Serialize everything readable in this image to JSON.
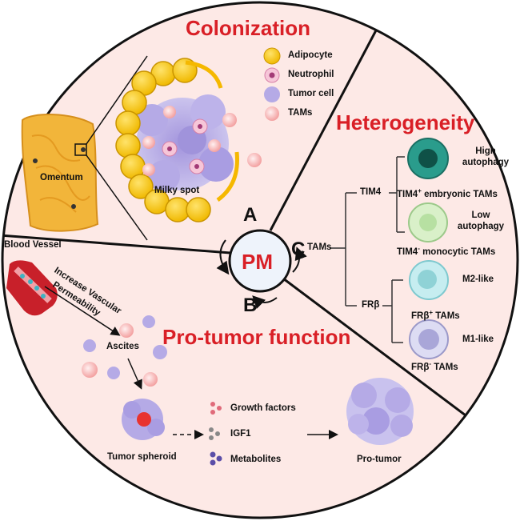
{
  "titles": {
    "colonization": "Colonization",
    "heterogeneity": "Heterogeneity",
    "pro_tumor_function": "Pro-tumor function"
  },
  "center": {
    "label": "PM",
    "a": "A",
    "b": "B",
    "c": "C"
  },
  "legend": {
    "adipocyte": "Adipocyte",
    "neutrophil": "Neutrophil",
    "tumor_cell": "Tumor cell",
    "tams": "TAMs"
  },
  "colonization": {
    "omentum": "Omentum",
    "milky_spot": "Milky spot"
  },
  "heterogeneity": {
    "root": "TAMs",
    "tim4": "TIM4",
    "frb": "FRβ",
    "high_autophagy_1": "High",
    "high_autophagy_2": "autophagy",
    "tim4_pos_pre": "TIM4",
    "tim4_pos_sup": "+",
    "tim4_pos_post": " embryonic TAMs",
    "low_autophagy_1": "Low",
    "low_autophagy_2": "autophagy",
    "tim4_neg_pre": "TIM4",
    "tim4_neg_sup": "-",
    "tim4_neg_post": " monocytic TAMs",
    "m2": "M2-like",
    "frb_pos_pre": "FRβ",
    "frb_pos_sup": "+",
    "frb_pos_post": " TAMs",
    "m1": "M1-like",
    "frb_neg_pre": "FRβ",
    "frb_neg_sup": "-",
    "frb_neg_post": " TAMs"
  },
  "pro_tumor": {
    "blood_vessel": "Blood Vessel",
    "increase_1": "Increase Vascular",
    "increase_2": "Permeability",
    "ascites": "Ascites",
    "tumor_spheroid": "Tumor spheroid",
    "growth_factors": "Growth factors",
    "igf1": "IGF1",
    "metabolites": "Metabolites",
    "pro_tumor": "Pro-tumor"
  },
  "colors": {
    "background": "#fde9e6",
    "title_red": "#d91f26",
    "adipocyte": "#f5c518",
    "tumor": "#b8aee8",
    "tam": "#f4a6a6",
    "vessel": "#c8202a"
  }
}
